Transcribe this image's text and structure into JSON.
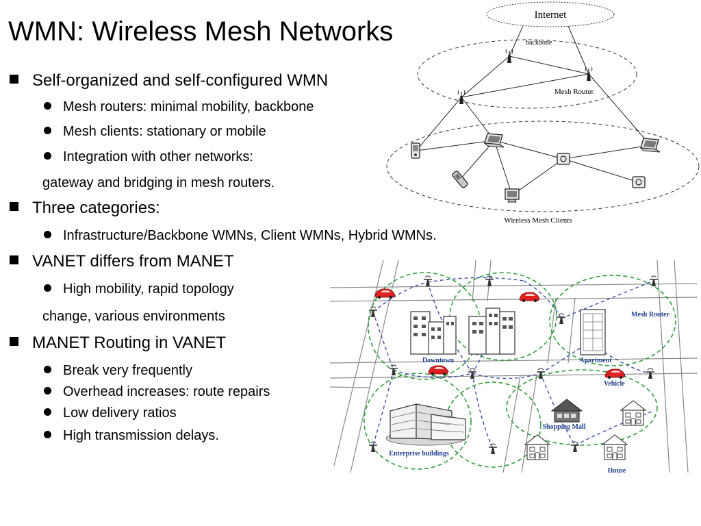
{
  "slide": {
    "title": "WMN: Wireless Mesh Networks",
    "bullets": [
      {
        "level": 1,
        "text": "Self-organized and self-configured WMN"
      },
      {
        "level": 2,
        "text": "Mesh routers: minimal mobility, backbone"
      },
      {
        "level": 2,
        "text": "Mesh clients: stationary or mobile"
      },
      {
        "level": 2,
        "text": "Integration with other networks:"
      },
      {
        "level": 3,
        "text": "gateway and bridging in mesh routers."
      },
      {
        "level": 1,
        "text": "Three categories:"
      },
      {
        "level": 2,
        "text": "Infrastructure/Backbone WMNs, Client WMNs, Hybrid WMNs."
      },
      {
        "level": 1,
        "text": "VANET differs from MANET"
      },
      {
        "level": 2,
        "text": "High mobility, rapid topology"
      },
      {
        "level": 3,
        "text": "change, various environments"
      },
      {
        "level": 1,
        "text": "MANET Routing in VANET"
      },
      {
        "level": 2,
        "text": "Break very frequently"
      },
      {
        "level": 2,
        "text": "Overhead increases: route repairs"
      },
      {
        "level": 2,
        "text": "Low delivery ratios"
      },
      {
        "level": 2,
        "text": "High transmission delays."
      }
    ]
  },
  "wmn_diagram": {
    "internet_label": "Internet",
    "backbone_label": "backbone",
    "mesh_router_label": "Mesh Router",
    "clients_label": "Wireless Mesh Clients"
  },
  "city_diagram": {
    "downtown_label": "Downtown",
    "apartment_label": "Apartment",
    "mesh_router_label": "Mesh Router",
    "vehicle_label": "Vehicle",
    "shopping_mall_label": "Shopping Mall",
    "enterprise_label": "Enterprise buildings",
    "house_label": "House",
    "accent_blue": "#1f3f8f",
    "car_red": "#e02020",
    "mesh_green": "#2e9d3a"
  }
}
